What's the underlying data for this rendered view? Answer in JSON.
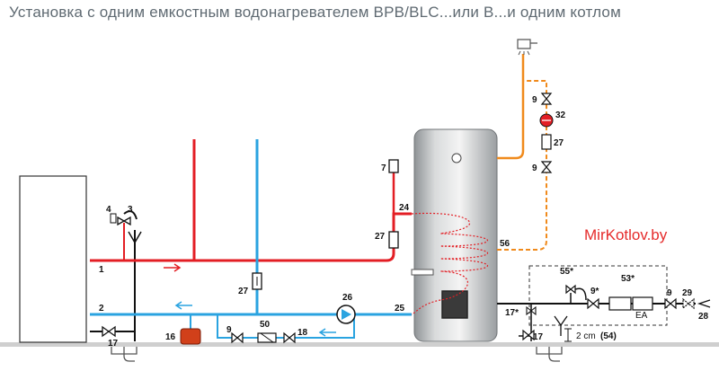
{
  "title": "Установка с одним емкостным водонагревателем BPB/BLC...или B...и одним котлом",
  "watermark": "MirKotlov.by",
  "labels": {
    "l1": "1",
    "l2": "2",
    "l3": "3",
    "l4": "4",
    "l7": "7",
    "l9a": "9",
    "l9b": "9",
    "l9c": "9",
    "l9d": "9",
    "l9e": "9*",
    "l16": "16",
    "l17a": "17",
    "l17b": "17*",
    "l17c": "17",
    "l18": "18",
    "l24": "24",
    "l25": "25",
    "l26": "26",
    "l27a": "27",
    "l27b": "27",
    "l27c": "27",
    "l28": "28",
    "l29": "29",
    "l32": "32",
    "l50": "50",
    "l53": "53*",
    "l55": "55*",
    "l56": "56",
    "ea": "EA",
    "dim": "2 cm",
    "dim_ref": "(54)"
  },
  "colors": {
    "supply": "#e31e24",
    "return": "#2aa3e0",
    "dhw": "#f08a1c",
    "cold": "#111111",
    "pump": "#e31e24",
    "floor": "#cfcfcf"
  }
}
